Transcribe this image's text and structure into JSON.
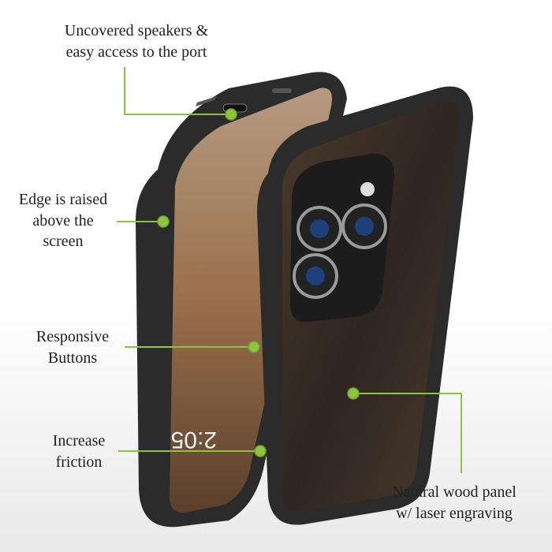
{
  "callouts": {
    "speakers": {
      "line1": "Uncovered speakers &",
      "line2": "easy access to the port"
    },
    "edge": {
      "line1": "Edge is raised",
      "line2": "above the",
      "line3": "screen"
    },
    "buttons": {
      "line1": "Responsive",
      "line2": "Buttons"
    },
    "friction": {
      "line1": "Increase",
      "line2": "friction"
    },
    "wood": {
      "line1": "Natural wood panel",
      "line2": "w/ laser engraving"
    }
  },
  "screen": {
    "time": "2:05"
  },
  "colors": {
    "accent": "#8cc63e",
    "case": "#2a2a2a",
    "wood": "#3b2f25",
    "screen": "#a07a58"
  }
}
